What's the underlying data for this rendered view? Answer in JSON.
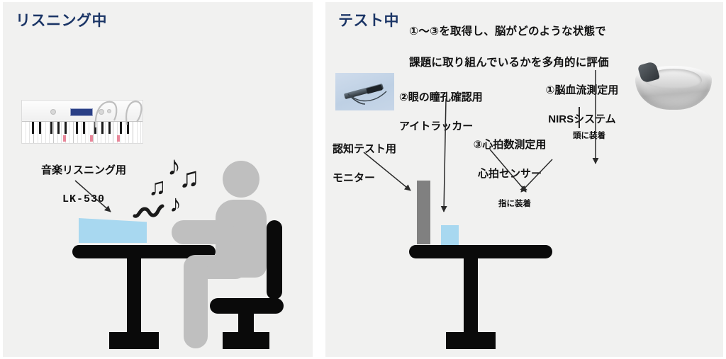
{
  "figure": {
    "background_color": "#ffffff",
    "panel_background": "#f1f1f0",
    "title_color": "#1b3566",
    "accent_blue": "#a8d8f0",
    "person_gray": "#bfbfbf",
    "furniture_black": "#0a0a0a"
  },
  "left_panel": {
    "title": "リスニング中",
    "device_label": "音楽リスニング用\nLK-530",
    "keyboard_caption_line1": "音楽リスニング用",
    "keyboard_caption_line2": "LK-530",
    "icons": {
      "keyboard": "electronic-keyboard-photo",
      "notes": [
        "eighth-note",
        "beamed-eighth-notes",
        "beamed-eighth-notes",
        "eighth-note"
      ],
      "squiggle": "sound-wave-squiggle",
      "person": "seated-person-pictogram",
      "desk": "desk-pictogram",
      "chair": "chair-pictogram"
    }
  },
  "right_panel": {
    "title": "テスト中",
    "description": "①〜③を取得し、脳がどのような状態で\n課題に取り組んでいるかを多角的に評価",
    "description_line1": "①〜③を取得し、脳がどのような状態で",
    "description_line2": "課題に取り組んでいるかを多角的に評価",
    "labels": {
      "nirs": "①脳血流測定用\nNIRSシステム",
      "nirs_line1": "①脳血流測定用",
      "nirs_line2": "NIRSシステム",
      "eye_tracker": "②眼の瞳孔確認用\nアイトラッカー",
      "eye_tracker_line1": "②眼の瞳孔確認用",
      "eye_tracker_line2": "アイトラッカー",
      "heart_sensor": "③心拍数測定用\n心拍センサー",
      "heart_sensor_line1": "③心拍数測定用",
      "heart_sensor_line2": "心拍センサー",
      "monitor": "認知テスト用\nモニター",
      "monitor_line1": "認知テスト用",
      "monitor_line2": "モニター",
      "worn_on_head": "頭に装着",
      "worn_on_finger": "指に装着"
    },
    "icons": {
      "nirs_device": "nirs-headband-photo",
      "eye_tracker_device": "eye-tracker-bar-photo",
      "monitor": "monitor-pictogram",
      "eye_tracker_on_desk": "eye-tracker-device-pictogram",
      "head_band": "nirs-headband-worn",
      "finger_sensor": "heart-rate-finger-sensor",
      "person": "seated-person-pictogram",
      "desk": "desk-pictogram",
      "chair": "chair-pictogram"
    }
  }
}
